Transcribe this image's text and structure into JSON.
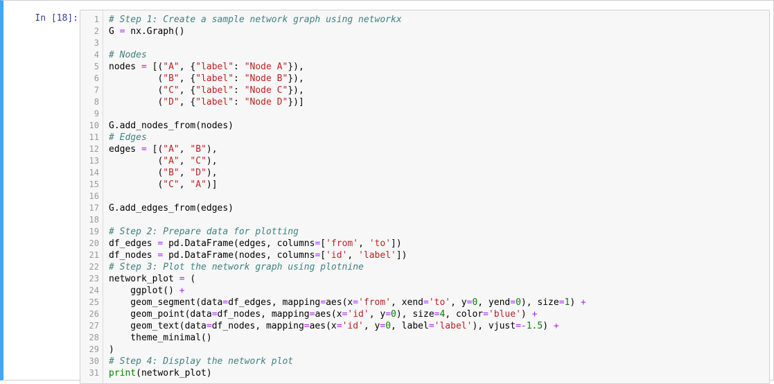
{
  "prompt": "In [18]:",
  "lines": [
    [
      {
        "t": "# Step 1: Create a sample network graph using networkx",
        "c": "cm"
      }
    ],
    [
      {
        "t": "G ",
        "c": "nm"
      },
      {
        "t": "=",
        "c": "op"
      },
      {
        "t": " nx.Graph()",
        "c": "nm"
      }
    ],
    [],
    [
      {
        "t": "# Nodes",
        "c": "cm"
      }
    ],
    [
      {
        "t": "nodes ",
        "c": "nm"
      },
      {
        "t": "=",
        "c": "op"
      },
      {
        "t": " [(",
        "c": "pn"
      },
      {
        "t": "\"A\"",
        "c": "st"
      },
      {
        "t": ", {",
        "c": "pn"
      },
      {
        "t": "\"label\"",
        "c": "st"
      },
      {
        "t": ": ",
        "c": "pn"
      },
      {
        "t": "\"Node A\"",
        "c": "st"
      },
      {
        "t": "}),",
        "c": "pn"
      }
    ],
    [
      {
        "t": "         (",
        "c": "pn"
      },
      {
        "t": "\"B\"",
        "c": "st"
      },
      {
        "t": ", {",
        "c": "pn"
      },
      {
        "t": "\"label\"",
        "c": "st"
      },
      {
        "t": ": ",
        "c": "pn"
      },
      {
        "t": "\"Node B\"",
        "c": "st"
      },
      {
        "t": "}),",
        "c": "pn"
      }
    ],
    [
      {
        "t": "         (",
        "c": "pn"
      },
      {
        "t": "\"C\"",
        "c": "st"
      },
      {
        "t": ", {",
        "c": "pn"
      },
      {
        "t": "\"label\"",
        "c": "st"
      },
      {
        "t": ": ",
        "c": "pn"
      },
      {
        "t": "\"Node C\"",
        "c": "st"
      },
      {
        "t": "}),",
        "c": "pn"
      }
    ],
    [
      {
        "t": "         (",
        "c": "pn"
      },
      {
        "t": "\"D\"",
        "c": "st"
      },
      {
        "t": ", {",
        "c": "pn"
      },
      {
        "t": "\"label\"",
        "c": "st"
      },
      {
        "t": ": ",
        "c": "pn"
      },
      {
        "t": "\"Node D\"",
        "c": "st"
      },
      {
        "t": "})]",
        "c": "pn"
      }
    ],
    [],
    [
      {
        "t": "G.add_nodes_from(nodes)",
        "c": "nm"
      }
    ],
    [
      {
        "t": "# Edges",
        "c": "cm"
      }
    ],
    [
      {
        "t": "edges ",
        "c": "nm"
      },
      {
        "t": "=",
        "c": "op"
      },
      {
        "t": " [(",
        "c": "pn"
      },
      {
        "t": "\"A\"",
        "c": "st"
      },
      {
        "t": ", ",
        "c": "pn"
      },
      {
        "t": "\"B\"",
        "c": "st"
      },
      {
        "t": "),",
        "c": "pn"
      }
    ],
    [
      {
        "t": "         (",
        "c": "pn"
      },
      {
        "t": "\"A\"",
        "c": "st"
      },
      {
        "t": ", ",
        "c": "pn"
      },
      {
        "t": "\"C\"",
        "c": "st"
      },
      {
        "t": "),",
        "c": "pn"
      }
    ],
    [
      {
        "t": "         (",
        "c": "pn"
      },
      {
        "t": "\"B\"",
        "c": "st"
      },
      {
        "t": ", ",
        "c": "pn"
      },
      {
        "t": "\"D\"",
        "c": "st"
      },
      {
        "t": "),",
        "c": "pn"
      }
    ],
    [
      {
        "t": "         (",
        "c": "pn"
      },
      {
        "t": "\"C\"",
        "c": "st"
      },
      {
        "t": ", ",
        "c": "pn"
      },
      {
        "t": "\"A\"",
        "c": "st"
      },
      {
        "t": ")]",
        "c": "pn"
      }
    ],
    [],
    [
      {
        "t": "G.add_edges_from(edges)",
        "c": "nm"
      }
    ],
    [],
    [
      {
        "t": "# Step 2: Prepare data for plotting",
        "c": "cm"
      }
    ],
    [
      {
        "t": "df_edges ",
        "c": "nm"
      },
      {
        "t": "=",
        "c": "op"
      },
      {
        "t": " pd.DataFrame(edges, columns",
        "c": "nm"
      },
      {
        "t": "=",
        "c": "op"
      },
      {
        "t": "[",
        "c": "pn"
      },
      {
        "t": "'from'",
        "c": "st"
      },
      {
        "t": ", ",
        "c": "pn"
      },
      {
        "t": "'to'",
        "c": "st"
      },
      {
        "t": "])",
        "c": "pn"
      }
    ],
    [
      {
        "t": "df_nodes ",
        "c": "nm"
      },
      {
        "t": "=",
        "c": "op"
      },
      {
        "t": " pd.DataFrame(nodes, columns",
        "c": "nm"
      },
      {
        "t": "=",
        "c": "op"
      },
      {
        "t": "[",
        "c": "pn"
      },
      {
        "t": "'id'",
        "c": "st"
      },
      {
        "t": ", ",
        "c": "pn"
      },
      {
        "t": "'label'",
        "c": "st"
      },
      {
        "t": "])",
        "c": "pn"
      }
    ],
    [
      {
        "t": "# Step 3: Plot the network graph using plotnine",
        "c": "cm"
      }
    ],
    [
      {
        "t": "network_plot ",
        "c": "nm"
      },
      {
        "t": "=",
        "c": "op"
      },
      {
        "t": " (",
        "c": "pn"
      }
    ],
    [
      {
        "t": "    ggplot() ",
        "c": "nm"
      },
      {
        "t": "+",
        "c": "op"
      }
    ],
    [
      {
        "t": "    geom_segment(data",
        "c": "nm"
      },
      {
        "t": "=",
        "c": "op"
      },
      {
        "t": "df_edges, mapping",
        "c": "nm"
      },
      {
        "t": "=",
        "c": "op"
      },
      {
        "t": "aes(x",
        "c": "nm"
      },
      {
        "t": "=",
        "c": "op"
      },
      {
        "t": "'from'",
        "c": "st"
      },
      {
        "t": ", xend",
        "c": "nm"
      },
      {
        "t": "=",
        "c": "op"
      },
      {
        "t": "'to'",
        "c": "st"
      },
      {
        "t": ", y",
        "c": "nm"
      },
      {
        "t": "=",
        "c": "op"
      },
      {
        "t": "0",
        "c": "nu"
      },
      {
        "t": ", yend",
        "c": "nm"
      },
      {
        "t": "=",
        "c": "op"
      },
      {
        "t": "0",
        "c": "nu"
      },
      {
        "t": "), size",
        "c": "nm"
      },
      {
        "t": "=",
        "c": "op"
      },
      {
        "t": "1",
        "c": "nu"
      },
      {
        "t": ") ",
        "c": "pn"
      },
      {
        "t": "+",
        "c": "op"
      }
    ],
    [
      {
        "t": "    geom_point(data",
        "c": "nm"
      },
      {
        "t": "=",
        "c": "op"
      },
      {
        "t": "df_nodes, mapping",
        "c": "nm"
      },
      {
        "t": "=",
        "c": "op"
      },
      {
        "t": "aes(x",
        "c": "nm"
      },
      {
        "t": "=",
        "c": "op"
      },
      {
        "t": "'id'",
        "c": "st"
      },
      {
        "t": ", y",
        "c": "nm"
      },
      {
        "t": "=",
        "c": "op"
      },
      {
        "t": "0",
        "c": "nu"
      },
      {
        "t": "), size",
        "c": "nm"
      },
      {
        "t": "=",
        "c": "op"
      },
      {
        "t": "4",
        "c": "nu"
      },
      {
        "t": ", color",
        "c": "nm"
      },
      {
        "t": "=",
        "c": "op"
      },
      {
        "t": "'blue'",
        "c": "st"
      },
      {
        "t": ") ",
        "c": "pn"
      },
      {
        "t": "+",
        "c": "op"
      }
    ],
    [
      {
        "t": "    geom_text(data",
        "c": "nm"
      },
      {
        "t": "=",
        "c": "op"
      },
      {
        "t": "df_nodes, mapping",
        "c": "nm"
      },
      {
        "t": "=",
        "c": "op"
      },
      {
        "t": "aes(x",
        "c": "nm"
      },
      {
        "t": "=",
        "c": "op"
      },
      {
        "t": "'id'",
        "c": "st"
      },
      {
        "t": ", y",
        "c": "nm"
      },
      {
        "t": "=",
        "c": "op"
      },
      {
        "t": "0",
        "c": "nu"
      },
      {
        "t": ", label",
        "c": "nm"
      },
      {
        "t": "=",
        "c": "op"
      },
      {
        "t": "'label'",
        "c": "st"
      },
      {
        "t": "), vjust",
        "c": "nm"
      },
      {
        "t": "=-",
        "c": "op"
      },
      {
        "t": "1.5",
        "c": "nu"
      },
      {
        "t": ") ",
        "c": "pn"
      },
      {
        "t": "+",
        "c": "op"
      }
    ],
    [
      {
        "t": "    theme_minimal()",
        "c": "nm"
      }
    ],
    [
      {
        "t": ")",
        "c": "pn"
      }
    ],
    [
      {
        "t": "# Step 4: Display the network plot",
        "c": "cm"
      }
    ],
    [
      {
        "t": "print",
        "c": "kw"
      },
      {
        "t": "(network_plot)",
        "c": "nm"
      }
    ]
  ]
}
